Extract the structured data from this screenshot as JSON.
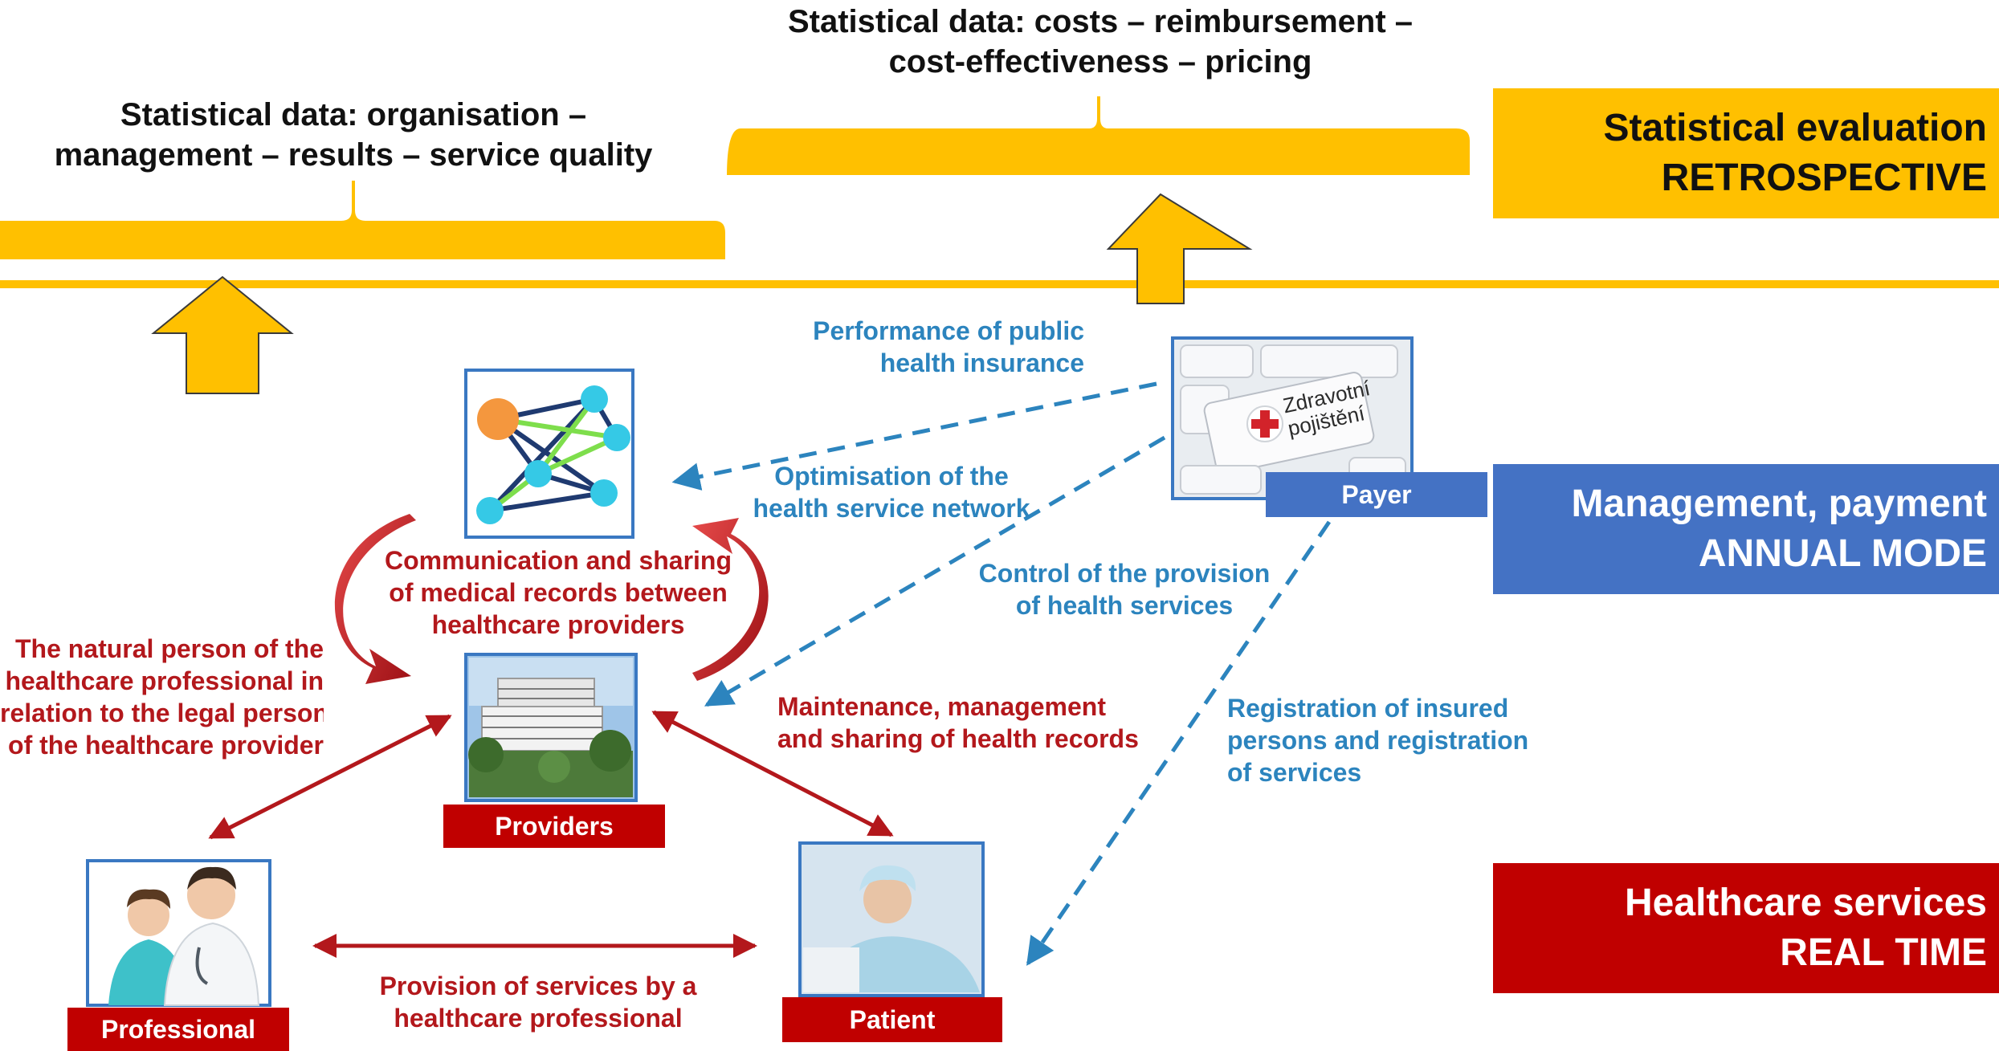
{
  "top_labels": {
    "costs_line1": "Statistical data: costs – reimbursement –",
    "costs_line2": "cost-effectiveness – pricing",
    "org_line1": "Statistical data: organisation –",
    "org_line2": "management – results – service quality"
  },
  "panels": {
    "statistical": {
      "line1": "Statistical evaluation",
      "line2": "RETROSPECTIVE"
    },
    "management": {
      "line1": "Management, payment",
      "line2": "ANNUAL MODE"
    },
    "healthcare": {
      "line1": "Healthcare services",
      "line2": "REAL TIME"
    }
  },
  "actors": {
    "payer": "Payer",
    "providers": "Providers",
    "professional": "Professional",
    "patient": "Patient",
    "insurance_key_line1": "Zdravotní",
    "insurance_key_line2": "pojištění"
  },
  "blue_labels": {
    "performance_line1": "Performance of public",
    "performance_line2": "health insurance",
    "optimisation_line1": "Optimisation of the",
    "optimisation_line2": "health service network",
    "control_line1": "Control of the provision",
    "control_line2": "of health services",
    "registration_line1": "Registration of insured",
    "registration_line2": "persons and registration",
    "registration_line3": "of services"
  },
  "red_labels": {
    "communication_line1": "Communication and sharing",
    "communication_line2": "of medical records between",
    "communication_line3": "healthcare providers",
    "natural_person_line1": "The natural person of the",
    "natural_person_line2": "healthcare professional in",
    "natural_person_line3": "relation to the legal person",
    "natural_person_line4": "of the healthcare provider",
    "maintenance_line1": "Maintenance, management",
    "maintenance_line2": "and sharing of health records",
    "provision_line1": "Provision of services by a",
    "provision_line2": "healthcare professional"
  },
  "colors": {
    "accent_yellow": "#ffc000",
    "management_blue": "#4472c4",
    "healthcare_red": "#c00000",
    "flow_blue": "#2c84be",
    "relation_red": "#b3181c"
  }
}
